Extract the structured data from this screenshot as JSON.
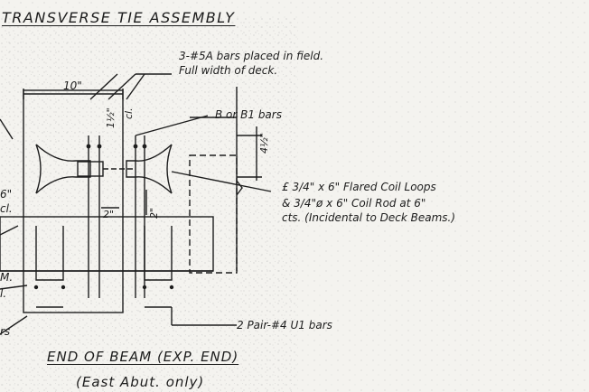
{
  "drawing": {
    "title": "TRANSVERSE TIE ASSEMBLY",
    "section_title": "END OF BEAM (EXP. END)",
    "section_note": "(East Abut. only)"
  },
  "labels": {
    "bars_field_1": "3-#5A bars placed in field.",
    "bars_field_2": "Full width of deck.",
    "b_bars": "B or B1 bars",
    "coil_1": "£ 3/4\" x 6\" Flared Coil Loops",
    "coil_2": "& 3/4\"ø x 6\" Coil Rod at 6\"",
    "coil_3": "cts. (Incidental to Deck Beams.)",
    "pair_bars": "2 Pair-#4 U1 bars",
    "dim_10": "10\"",
    "dim_1_5": "1½\"",
    "dim_cl": "cl.",
    "dim_4_5": "4½\"",
    "dim_2_vert": "2\"",
    "dim_2_horiz": "2\"",
    "left_6": "6\"",
    "left_cl1": "cl.",
    "left_m": "M.",
    "left_cl2": "l.",
    "left_rs": "rs"
  }
}
